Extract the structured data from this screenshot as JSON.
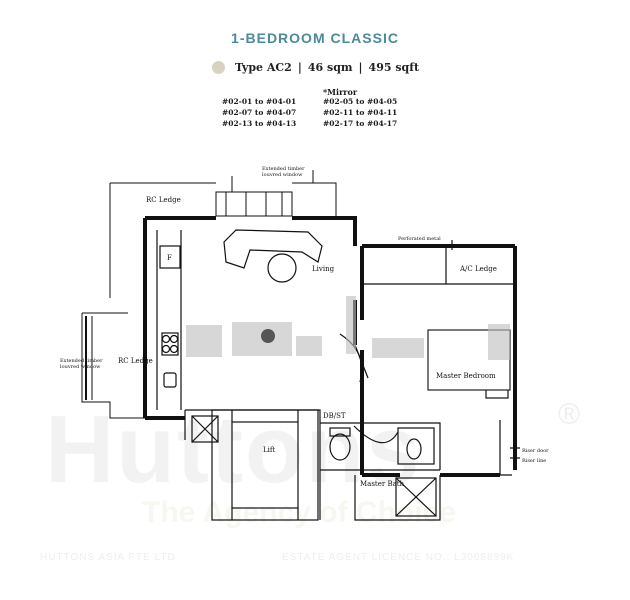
{
  "title": "1-BEDROOM CLASSIC",
  "unit_type": {
    "type": "Type AC2",
    "size_sqm": "46 sqm",
    "size_sqft": "495 sqft",
    "swatch_color": "#d8d2c0"
  },
  "mirror_label": "*Mirror",
  "units_left": [
    "#02-01  to #04-01",
    "#02-07  to #04-07",
    "#02-13  to #04-13"
  ],
  "units_right": [
    "#02-05  to #04-05",
    "#02-11  to #04-11",
    "#02-17  to #04-17"
  ],
  "plan_labels": {
    "window_top": "Extended timber louvred window",
    "rc_ledge_top": "RC Ledge",
    "fridge": "F",
    "living": "Living",
    "perforated_metal": "Perforated metal",
    "ac_ledge": "A/C Ledge",
    "window_left": "Extended timber louvred window",
    "rc_ledge_left": "RC Ledge",
    "master_bedroom": "Master Bedroom",
    "db_st": "DB/ST",
    "lift": "Lift",
    "master_bath": "Master Bath",
    "riser_door": "Riser door",
    "riser_line": "Riser line"
  },
  "watermark": {
    "brand": "Huttons",
    "tagline": "The Agency of Choice",
    "company": "HUTTONS ASIA PTE LTD",
    "licence": "ESTATE AGENT LICENCE NO.: L3008899K",
    "registered": "®"
  }
}
